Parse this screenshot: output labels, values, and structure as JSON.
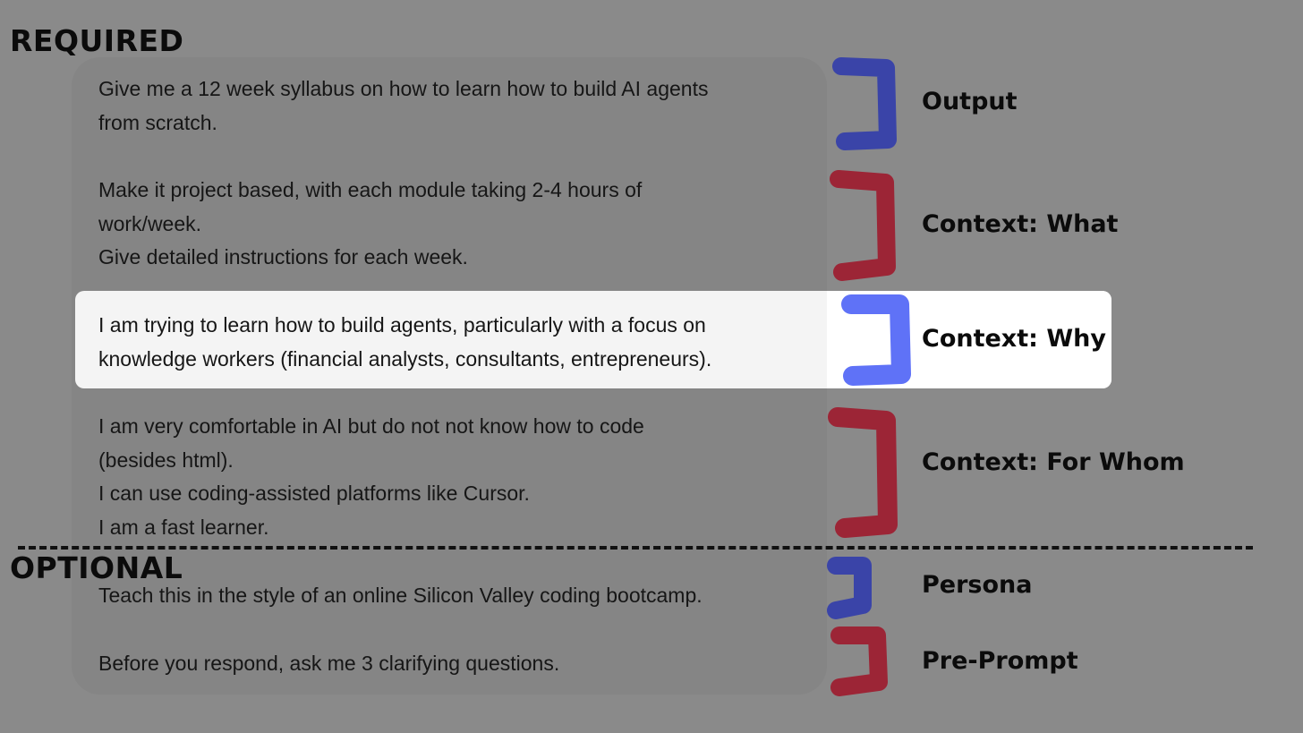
{
  "sections": {
    "required_label": "REQUIRED",
    "optional_label": "OPTIONAL"
  },
  "prompt_blocks": [
    {
      "text": "Give me a 12 week syllabus on how to learn how to build AI agents\nfrom scratch.",
      "tag": "Output",
      "bracket_color": "#3a44a8",
      "section": "required"
    },
    {
      "text": "Make it project based, with each module taking 2-4 hours of\nwork/week.\nGive detailed instructions for each week.",
      "tag": "Context: What",
      "bracket_color": "#9c2536",
      "section": "required"
    },
    {
      "text": "I am trying to learn how to build agents, particularly with a focus on\nknowledge workers (financial analysts, consultants, entrepreneurs).",
      "tag": "Context: Why",
      "bracket_color": "#5f72f7",
      "section": "required",
      "highlighted": true
    },
    {
      "text": "I am very comfortable in AI but do not not know how to code\n(besides html).\nI can use coding-assisted platforms like Cursor.\nI am a fast learner.",
      "tag": "Context: For Whom",
      "bracket_color": "#9c2536",
      "section": "required"
    },
    {
      "text": "Teach this in the style of an online Silicon Valley coding bootcamp.",
      "tag": "Persona",
      "bracket_color": "#3a44a8",
      "section": "optional"
    },
    {
      "text": "Before you respond, ask me 3 clarifying questions.",
      "tag": "Pre-Prompt",
      "bracket_color": "#9c2536",
      "section": "optional"
    }
  ],
  "colors": {
    "background": "#8a8a8a",
    "card": "#858585",
    "highlight": "#f4f4f4",
    "blue_bracket": "#3a44a8",
    "red_bracket": "#9c2536",
    "light_blue_bracket": "#5f72f7"
  }
}
